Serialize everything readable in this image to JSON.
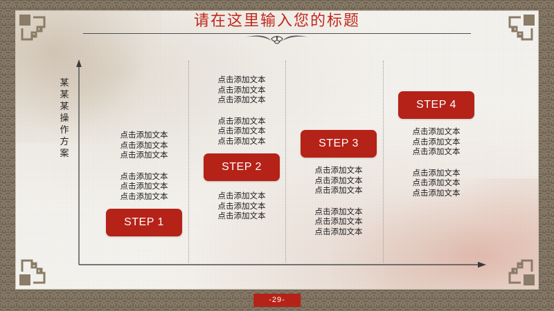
{
  "slide": {
    "title": "请在这里输入您的标题",
    "page_number": "-29-",
    "accent_color": "#b52218",
    "title_color": "#c0281c",
    "border_color": "#6e6252",
    "paper_color": "#f6f4f0"
  },
  "chart_data": {
    "type": "diagram",
    "title": "请在这里输入您的标题",
    "ylabel": "某某某操作方案",
    "xlabel": "",
    "axis_arrows": [
      "up",
      "right"
    ],
    "grid": false,
    "legend": "none",
    "categories": [
      "STEP 1",
      "STEP 2",
      "STEP 3",
      "STEP 4"
    ],
    "series": [
      {
        "name": "STEP 1",
        "label": "STEP 1",
        "label_position": "bottom",
        "text_blocks": [
          [
            "点击添加文本",
            "点击添加文本",
            "点击添加文本"
          ],
          [
            "点击添加文本",
            "点击添加文本",
            "点击添加文本"
          ]
        ]
      },
      {
        "name": "STEP 2",
        "label": "STEP 2",
        "label_position": "middle",
        "text_blocks": [
          [
            "点击添加文本",
            "点击添加文本",
            "点击添加文本"
          ],
          [
            "点击添加文本",
            "点击添加文本",
            "点击添加文本"
          ]
        ]
      },
      {
        "name": "STEP 3",
        "label": "STEP 3",
        "label_position": "middle",
        "text_blocks": [
          [
            "点击添加文本",
            "点击添加文本",
            "点击添加文本"
          ],
          [
            "点击添加文本",
            "点击添加文本",
            "点击添加文本"
          ]
        ]
      },
      {
        "name": "STEP 4",
        "label": "STEP 4",
        "label_position": "top",
        "text_blocks": [
          [
            "点击添加文本",
            "点击添加文本",
            "点击添加文本"
          ],
          [
            "点击添加文本",
            "点击添加文本",
            "点击添加文本"
          ]
        ]
      }
    ]
  },
  "ylabel_chars": [
    "某",
    "某",
    "某",
    "操",
    "作",
    "方",
    "案"
  ],
  "col1": {
    "block_a": {
      "l1": "点击添加文本",
      "l2": "点击添加文本",
      "l3": "点击添加文本"
    },
    "block_b": {
      "l1": "点击添加文本",
      "l2": "点击添加文本",
      "l3": "点击添加文本"
    },
    "step": "STEP 1"
  },
  "col2": {
    "block_a": {
      "l1": "点击添加文本",
      "l2": "点击添加文本",
      "l3": "点击添加文本"
    },
    "block_b": {
      "l1": "点击添加文本",
      "l2": "点击添加文本",
      "l3": "点击添加文本"
    },
    "step": "STEP 2"
  },
  "col3": {
    "step": "STEP 3",
    "block_a": {
      "l1": "点击添加文本",
      "l2": "点击添加文本",
      "l3": "点击添加文本"
    },
    "block_b": {
      "l1": "点击添加文本",
      "l2": "点击添加文本",
      "l3": "点击添加文本"
    }
  },
  "col4": {
    "step": "STEP 4",
    "block_a": {
      "l1": "点击添加文本",
      "l2": "点击添加文本",
      "l3": "点击添加文本"
    },
    "block_b": {
      "l1": "点击添加文本",
      "l2": "点击添加文本",
      "l3": "点击添加文本"
    }
  },
  "icons": {
    "corner_ornament": "chinese-meander-corner-icon",
    "title_ornament": "flourish-divider-icon",
    "y_axis": "arrow-up-icon",
    "x_axis": "arrow-right-icon"
  }
}
